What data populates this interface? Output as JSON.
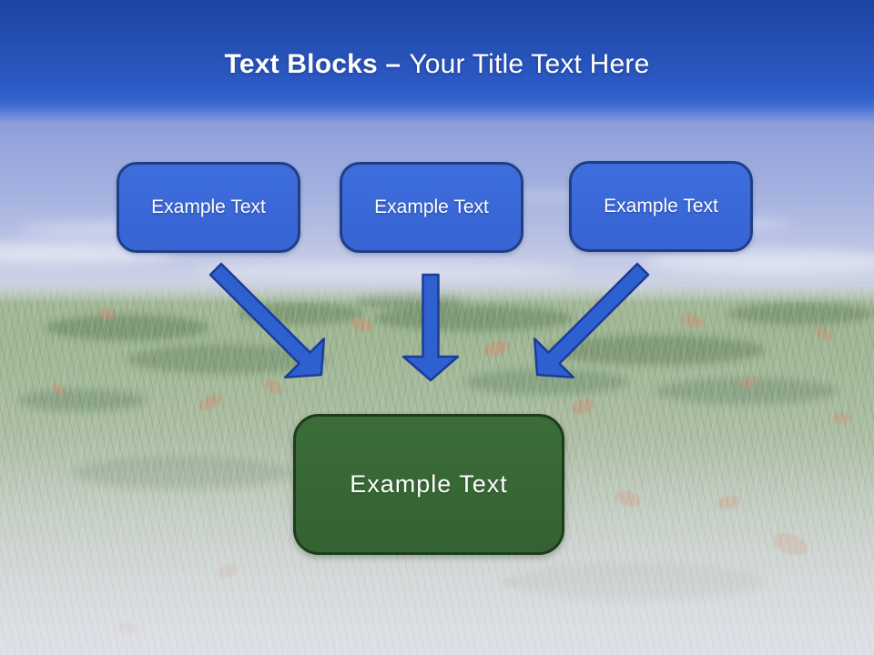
{
  "slide": {
    "header": {
      "title_bold": "Text Blocks –",
      "title_regular": "Your Title Text Here"
    },
    "blocks": [
      {
        "label": "Example Text"
      },
      {
        "label": "Example Text"
      },
      {
        "label": "Example Text"
      }
    ],
    "result_block": {
      "label": "Example Text"
    },
    "icons": {
      "arrow_left": "arrow-down-right-icon",
      "arrow_middle": "arrow-down-icon",
      "arrow_right": "arrow-down-left-icon"
    },
    "colors": {
      "header_blue_top": "#1d43a3",
      "header_blue_bottom": "#3766d3",
      "sky": "#a2afdf",
      "grass": "#9fb694",
      "block_fill": "#3a68d9",
      "block_border": "#1f3e85",
      "arrow_fill": "#2e60d0",
      "arrow_border": "#1c3c99",
      "result_fill": "#376635",
      "result_border": "#1d3d1a",
      "text": "#ffffff"
    }
  }
}
